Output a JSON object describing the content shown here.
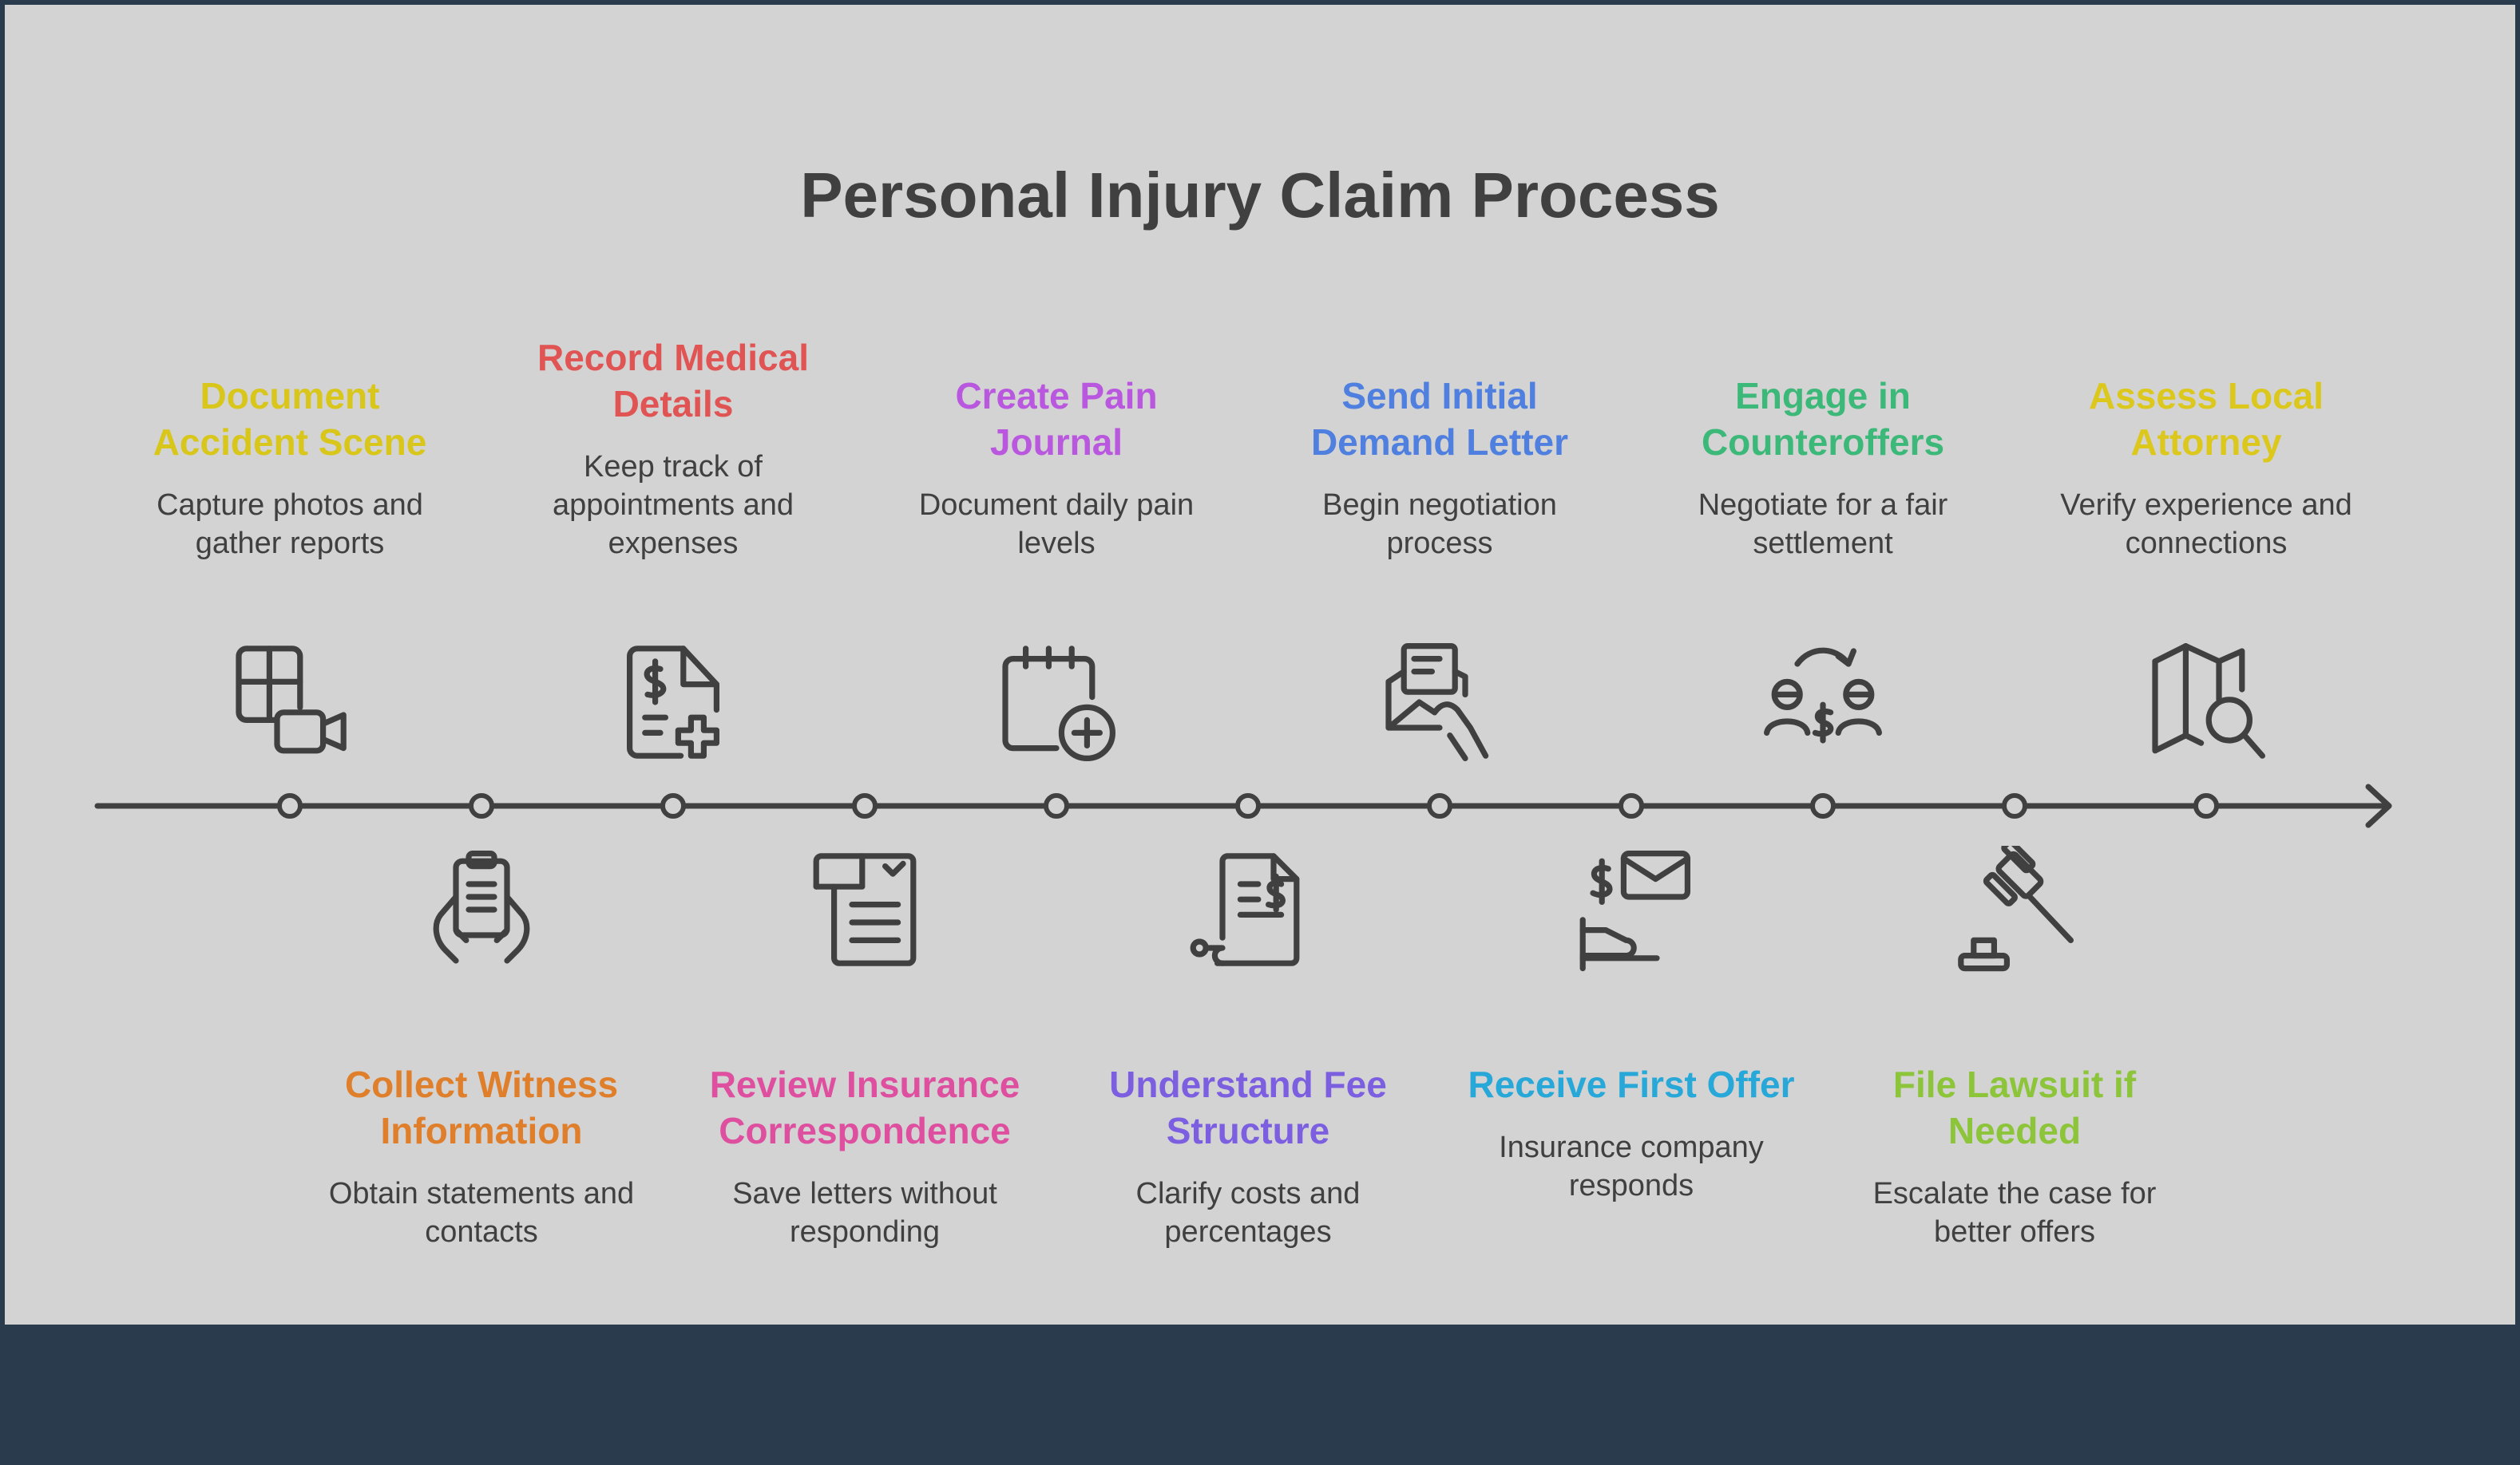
{
  "title": "Personal Injury Claim Process",
  "steps": [
    {
      "label": "Document Accident Scene",
      "desc": "Capture photos and gather reports",
      "color": "#d8c61a",
      "icon": "video-grid-icon"
    },
    {
      "label": "Collect Witness Information",
      "desc": "Obtain statements and contacts",
      "color": "#e07f2b",
      "icon": "clipboard-hands-icon"
    },
    {
      "label": "Record Medical Details",
      "desc": "Keep track of appointments and expenses",
      "color": "#e05454",
      "icon": "medical-bill-icon"
    },
    {
      "label": "Review Insurance Correspondence",
      "desc": "Save letters without responding",
      "color": "#df4fa0",
      "icon": "document-letter-icon"
    },
    {
      "label": "Create Pain Journal",
      "desc": "Document daily pain levels",
      "color": "#b958df",
      "icon": "calendar-add-icon"
    },
    {
      "label": "Understand Fee Structure",
      "desc": "Clarify costs and percentages",
      "color": "#7c5fe0",
      "icon": "fee-document-icon"
    },
    {
      "label": "Send Initial Demand Letter",
      "desc": "Begin negotiation process",
      "color": "#4f7fdf",
      "icon": "letter-hand-icon"
    },
    {
      "label": "Receive First Offer",
      "desc": "Insurance company responds",
      "color": "#27a8d8",
      "icon": "offer-mail-icon"
    },
    {
      "label": "Engage in Counteroffers",
      "desc": "Negotiate for a fair settlement",
      "color": "#3cb878",
      "icon": "negotiation-icon"
    },
    {
      "label": "File Lawsuit if Needed",
      "desc": "Escalate the case for better offers",
      "color": "#8cc43a",
      "icon": "gavel-icon"
    },
    {
      "label": "Assess Local Attorney",
      "desc": "Verify experience and connections",
      "color": "#dcc81c",
      "icon": "map-search-icon"
    }
  ]
}
